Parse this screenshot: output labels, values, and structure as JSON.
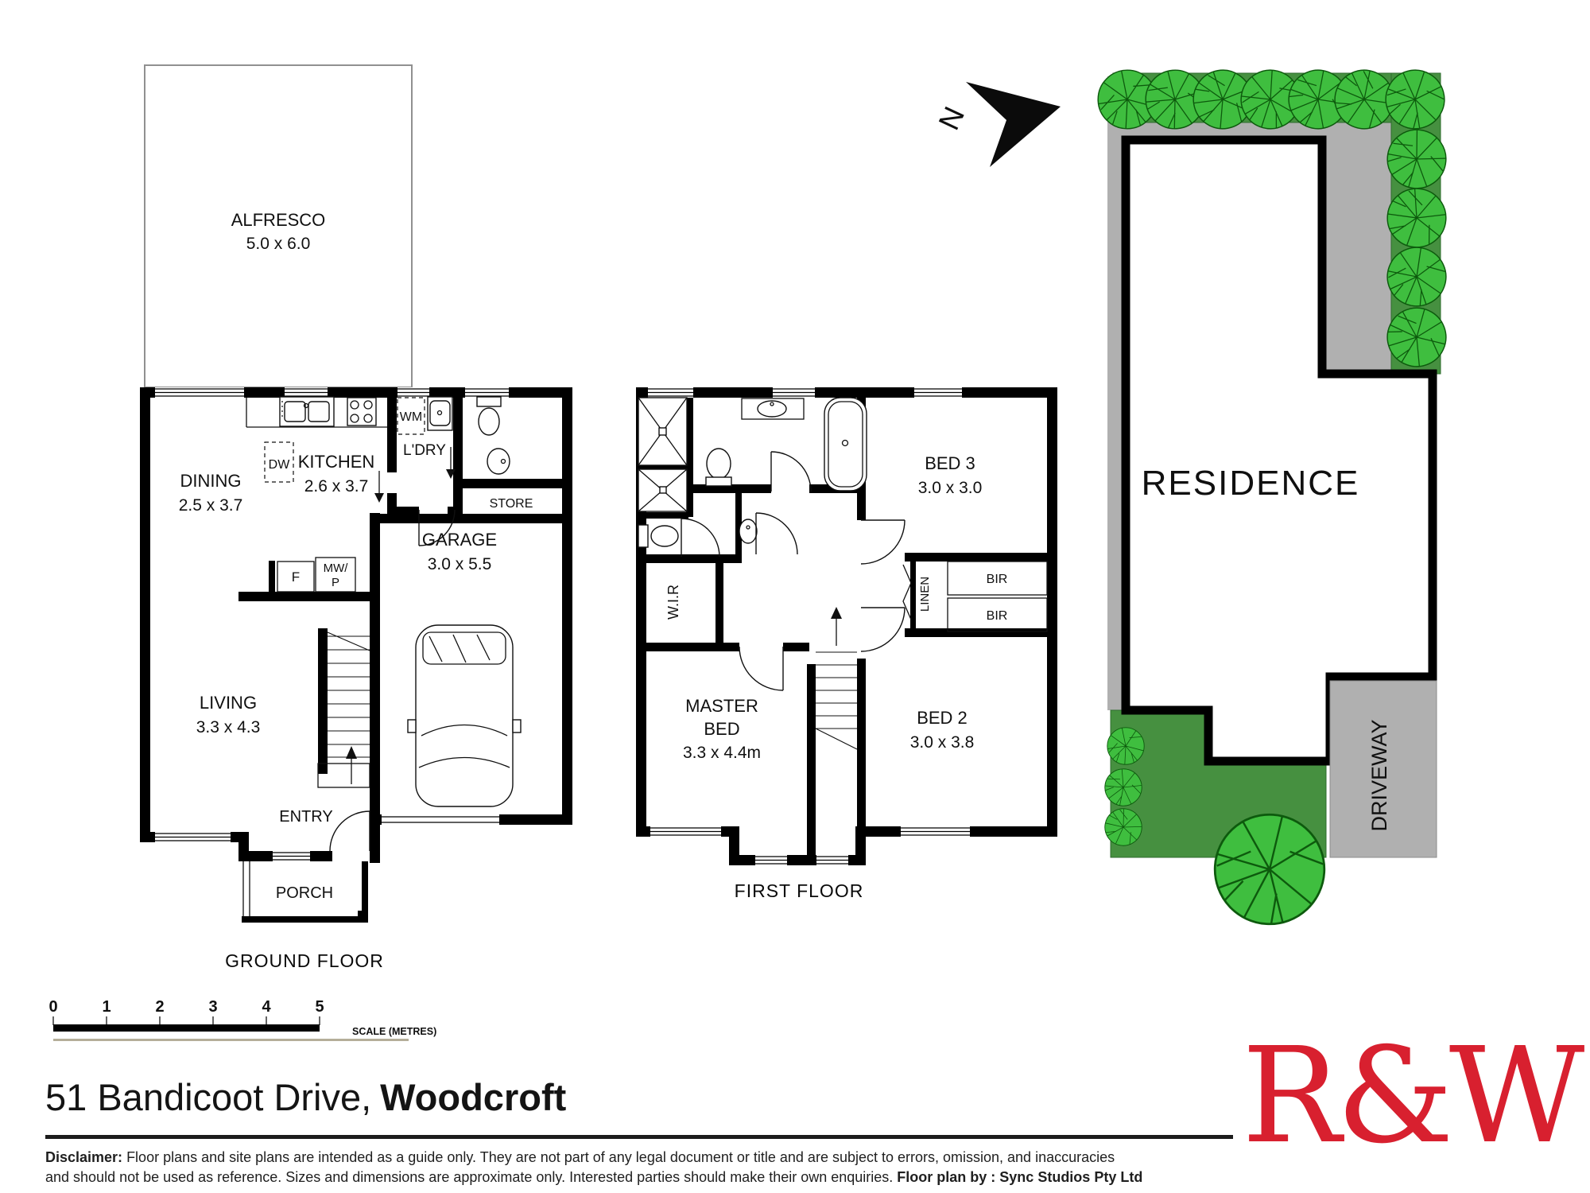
{
  "address": {
    "street": "51 Bandicoot Drive,",
    "suburb": "Woodcroft"
  },
  "ground_floor": {
    "caption": "GROUND FLOOR",
    "alfresco": {
      "name": "ALFRESCO",
      "dims": "5.0 x 6.0"
    },
    "dining": {
      "name": "DINING",
      "dims": "2.5 x 3.7"
    },
    "kitchen": {
      "name": "KITCHEN",
      "dims": "2.6 x 3.7"
    },
    "garage": {
      "name": "GARAGE",
      "dims": "3.0 x 5.5"
    },
    "living": {
      "name": "LIVING",
      "dims": "3.3 x 4.3"
    },
    "laundry": {
      "name": "L'DRY"
    },
    "store": {
      "name": "STORE"
    },
    "entry": {
      "name": "ENTRY"
    },
    "porch": {
      "name": "PORCH"
    },
    "appliances": {
      "dishwasher": "DW",
      "washing_machine": "WM",
      "fridge": "F",
      "microwave_line1": "MW/",
      "microwave_line2": "P"
    }
  },
  "first_floor": {
    "caption": "FIRST FLOOR",
    "bed3": {
      "name": "BED 3",
      "dims": "3.0 x 3.0"
    },
    "bed2": {
      "name": "BED 2",
      "dims": "3.0 x 3.8"
    },
    "master": {
      "line1": "MASTER",
      "line2": "BED",
      "dims": "3.3 x 4.4m"
    },
    "wir": {
      "name": "W.I.R"
    },
    "linen": {
      "name": "LINEN"
    },
    "bir_top": "BIR",
    "bir_bottom": "BIR"
  },
  "site_plan": {
    "residence": "RESIDENCE",
    "driveway": "DRIVEWAY",
    "colors": {
      "grass": "#469040",
      "tree": "#3FBE3F",
      "path": "#B0B0B0"
    }
  },
  "north_arrow": {
    "label": "N"
  },
  "scale_bar": {
    "ticks": [
      "0",
      "1",
      "2",
      "3",
      "4",
      "5"
    ],
    "caption": "SCALE (METRES)"
  },
  "footer": {
    "disclaimer_label": "Disclaimer:",
    "disclaimer_line1": " Floor plans and site plans are intended as a guide only. They are not part of any legal document or title and are subject to errors, omission, and inaccuracies",
    "disclaimer_line2": "and should not be used as reference. Sizes and dimensions are approximate only. Interested parties should make their own enquiries. ",
    "credit": "Floor plan by : Sync Studios Pty Ltd",
    "brand": "R&W",
    "brand_color": "#D8202F"
  }
}
